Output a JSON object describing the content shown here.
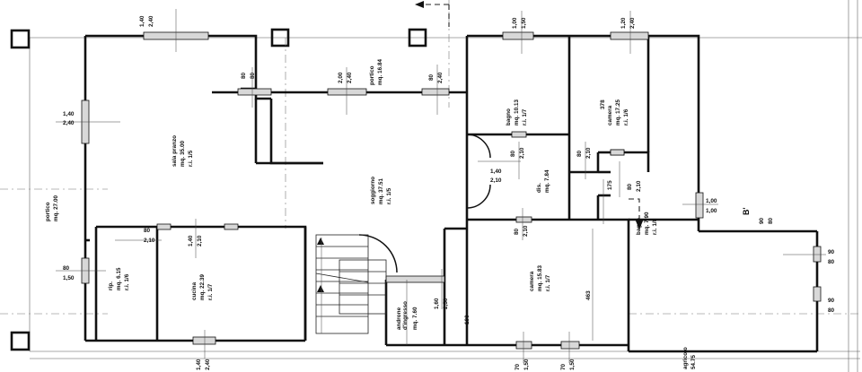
{
  "drawing": {
    "type": "architectural-floor-plan",
    "language": "it",
    "section_marker": "B'",
    "corner_markers": 3
  },
  "rooms": [
    {
      "id": "sala-pranzo",
      "name": "sala pranzo",
      "area": "mq. 35.00",
      "ri": "r.i. 1/5"
    },
    {
      "id": "portico-sx",
      "name": "portico",
      "area": "mq. 27.00",
      "ri": ""
    },
    {
      "id": "portico-dx",
      "name": "portico",
      "area": "mq. 16.84",
      "ri": ""
    },
    {
      "id": "soggiorno",
      "name": "soggiorno",
      "area": "mq. 37.51",
      "ri": "r.i. 1/5"
    },
    {
      "id": "bagno-alto",
      "name": "bagno",
      "area": "mq. 10.13",
      "ri": "r.i. 1/7"
    },
    {
      "id": "camera-alta",
      "name": "camera",
      "area": "mq. 17.25",
      "ri": "r.i. 1/6"
    },
    {
      "id": "disimpegno",
      "name": "dis.",
      "area": "mq. 7.84",
      "ri": ""
    },
    {
      "id": "bagno-dx",
      "name": "bagno",
      "area": "mq. 7.90",
      "ri": "r.i. 1/8"
    },
    {
      "id": "ripostiglio",
      "name": "rip.",
      "area": "mq. 6.15",
      "ri": "r.i. 1/6"
    },
    {
      "id": "cucina",
      "name": "cucina",
      "area": "mq. 22.39",
      "ri": "r.i. 1/7"
    },
    {
      "id": "androne",
      "name": "androne\nd'ingresso",
      "area": "mq. 7.60",
      "ri": ""
    },
    {
      "id": "camera-bassa",
      "name": "camera",
      "area": "mq. 15.83",
      "ri": "r.i. 1/7"
    },
    {
      "id": "agricolo",
      "name": "agricolo",
      "area": "54.75",
      "ri": ""
    }
  ],
  "openings": [
    {
      "id": "win-top-left",
      "w": "1,40",
      "h": "2,40"
    },
    {
      "id": "win-left-wall",
      "w": "1,40",
      "h": "2,40"
    },
    {
      "id": "door-salapranzo-e",
      "w": "80",
      "h": "80"
    },
    {
      "id": "win-portico-sx",
      "w": "2,00",
      "h": "2,40"
    },
    {
      "id": "door-soggiorno-n",
      "w": "80",
      "h": "2,40"
    },
    {
      "id": "win-bagno-alto",
      "w": "1,00",
      "h": "1,50"
    },
    {
      "id": "win-camera-alta",
      "w": "1,20",
      "h": "2,40"
    },
    {
      "id": "door-bagno-alto",
      "w": "80",
      "h": "2,10"
    },
    {
      "id": "door-dis-n",
      "w": "80",
      "h": "2,10"
    },
    {
      "id": "door-soggiorno-e",
      "w": "1,40",
      "h": "2,10"
    },
    {
      "id": "door-camera-alta",
      "w": "80",
      "h": "2,10"
    },
    {
      "id": "door-dis-s",
      "w": "80",
      "h": "2,10"
    },
    {
      "id": "door-bagno-dx",
      "w": "1,00",
      "h": "1,00"
    },
    {
      "id": "door-rip",
      "w": "80",
      "h": "2,10"
    },
    {
      "id": "door-cucina",
      "w": "1,40",
      "h": "2,10"
    },
    {
      "id": "win-left-rip",
      "w": "80",
      "h": "1,50"
    },
    {
      "id": "win-cucina-s",
      "w": "1,40",
      "h": "2,40"
    },
    {
      "id": "win-androne",
      "w": "1,60",
      "h": "2,50"
    },
    {
      "id": "win-camera-b1",
      "w": "70",
      "h": "1,50"
    },
    {
      "id": "win-camera-b2",
      "w": "70",
      "h": "1,50"
    },
    {
      "id": "win-agricolo-e",
      "w": "90",
      "h": "80"
    },
    {
      "id": "win-right-low",
      "w": "90",
      "h": "80"
    },
    {
      "id": "win-right-far",
      "w": "90",
      "h": "80"
    }
  ],
  "linear_dims": [
    {
      "id": "dim-378",
      "value": "378"
    },
    {
      "id": "dim-175",
      "value": "175"
    },
    {
      "id": "dim-190",
      "value": "190"
    },
    {
      "id": "dim-463",
      "value": "463"
    }
  ]
}
